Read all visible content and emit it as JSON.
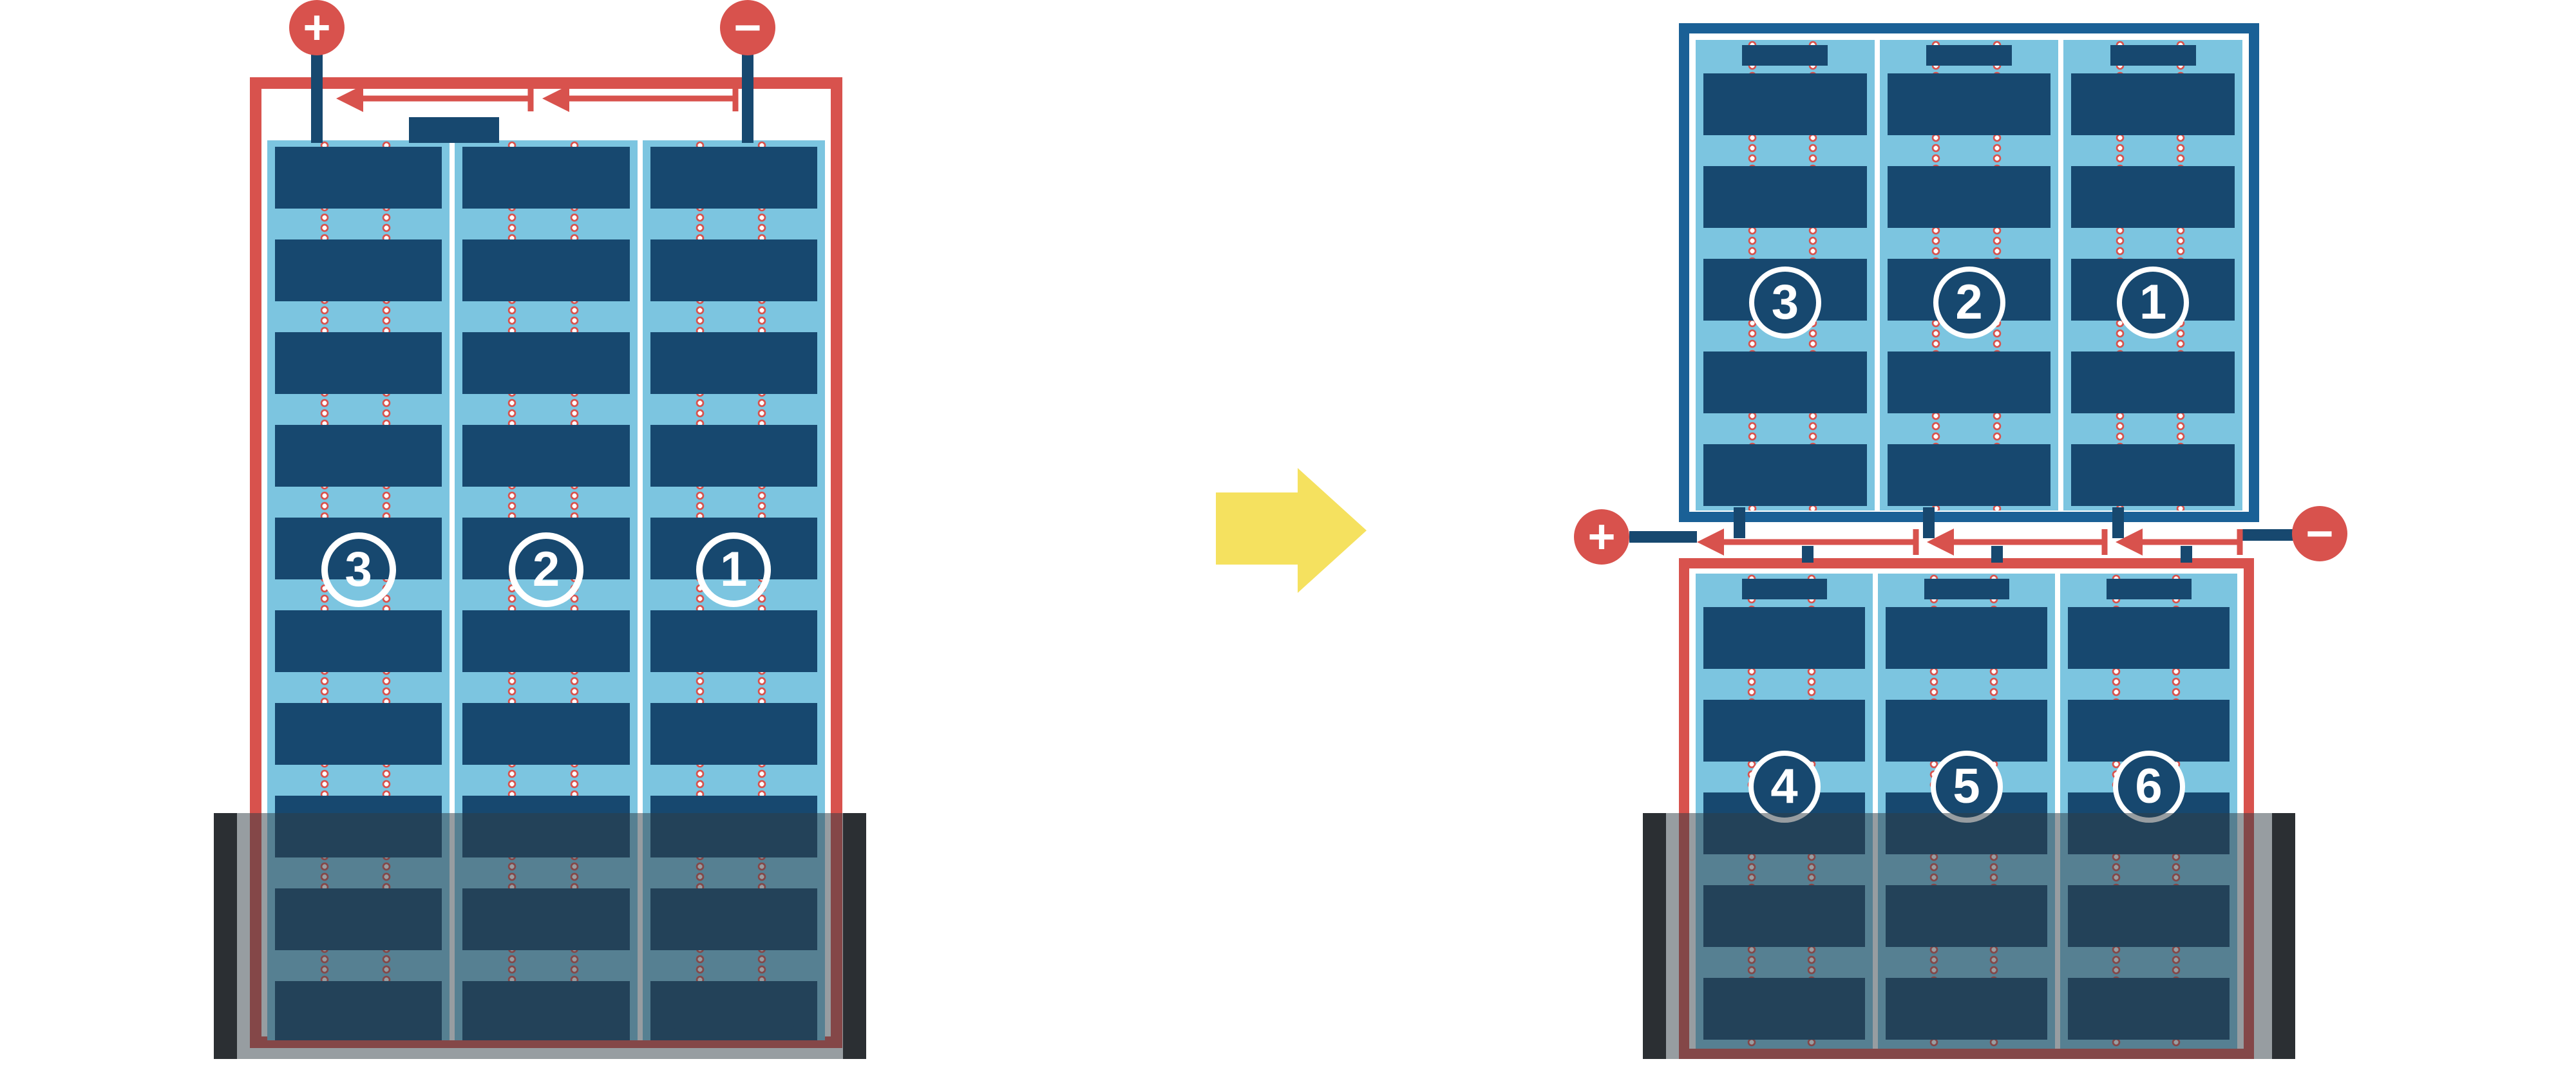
{
  "diagram": {
    "terminals_left": {
      "plus": "+",
      "minus": "−"
    },
    "terminals_right": {
      "plus": "+",
      "minus": "−"
    },
    "left_module": {
      "strings": [
        {
          "label": "3"
        },
        {
          "label": "2"
        },
        {
          "label": "1"
        }
      ]
    },
    "right_top_module": {
      "strings": [
        {
          "label": "3"
        },
        {
          "label": "2"
        },
        {
          "label": "1"
        }
      ]
    },
    "right_bottom_module": {
      "strings": [
        {
          "label": "4"
        },
        {
          "label": "5"
        },
        {
          "label": "6"
        }
      ]
    },
    "colors": {
      "wiring_red": "#d8524d",
      "cell_navy": "#17486f",
      "cell_light_blue": "#7cc5e0",
      "frame_blue": "#1a6096",
      "arrow_yellow": "#f5e15f",
      "shade_post_dark": "#2b2f33"
    }
  }
}
